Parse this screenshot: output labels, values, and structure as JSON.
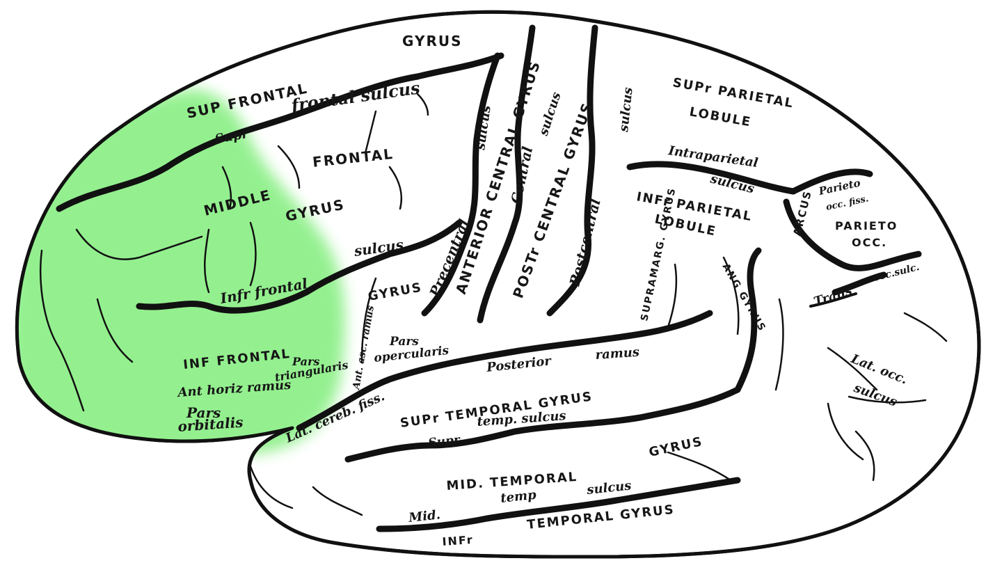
{
  "highlight": {
    "region": "prefrontal cortex",
    "color": "#8ff08a"
  },
  "labels": {
    "gyrus_top": "GYRUS",
    "sup_frontal": "SUP FRONTAL",
    "sup_frontal_sulcus": "frontal sulcus",
    "supr": "Supr",
    "middle": "MIDDLE",
    "frontal": "FRONTAL",
    "gyrus_mid": "GYRUS",
    "inf_frontal_sulcus_word": "sulcus",
    "inf_frontal_sulcus": "Infr frontal",
    "inf_frontal_gyrus": "INF FRONTAL",
    "gyrus_inf": "GYRUS",
    "pars_triangularis": "Pars triangularis",
    "pars_triangularis_1": "Pars",
    "pars_triangularis_2": "triangularis",
    "ant_horiz_ramus": "Ant horiz ramus",
    "pars_orbitalis_1": "Pars",
    "pars_orbitalis_2": "orbitalis",
    "ant_asc_ramus": "Ant. asc. ramus",
    "pars_opercularis_1": "Pars",
    "pars_opercularis_2": "opercularis",
    "precentral_sulcus": "Precentral",
    "sulcus_vert": "sulcus",
    "anterior_central_gyrus": "ANTERIOR CENTRAL GYRUS",
    "central_sulcus": "Central",
    "sulcus_central": "sulcus",
    "posterior_central_gyrus": "POSTr CENTRAL GYRUS",
    "postcentral_sulcus": "Postcentral",
    "sulcus_post": "sulcus",
    "sup_parietal": "SUPr PARIETAL",
    "lobule_top": "LOBULE",
    "intraparietal": "Intraparietal",
    "intraparietal_sulcus": "sulcus",
    "inf_parietal": "INFr PARIETAL",
    "lobule_inf": "LOBULE",
    "supramarg_gyrus": "SUPRAMARG. GYRUS",
    "ang_gyrus": "ANG GYRUS",
    "parieto_occ_fiss": "Parieto",
    "occ_fiss": "occ. fiss.",
    "arcus": "ARCUS",
    "parieto_occ": "PARIETO",
    "occ": "OCC.",
    "trans": "Trans",
    "occ_sulc": "occ.sulc.",
    "lat_occ": "Lat. occ.",
    "lat_occ_sulcus": "sulcus",
    "lat_cereb_fiss": "Lat. cereb. fiss.",
    "posterior": "Posterior",
    "ramus": "ramus",
    "sup_temporal_gyrus": "SUPr TEMPORAL GYRUS",
    "supr_temp": "Supr",
    "temp_sulcus": "temp. sulcus",
    "mid_temporal": "MID. TEMPORAL",
    "gyrus_temporal": "GYRUS",
    "mid": "Mid.",
    "temp": "temp",
    "sulcus_temp": "sulcus",
    "inf_temporal": "INFr",
    "temporal_gyrus": "TEMPORAL GYRUS"
  }
}
